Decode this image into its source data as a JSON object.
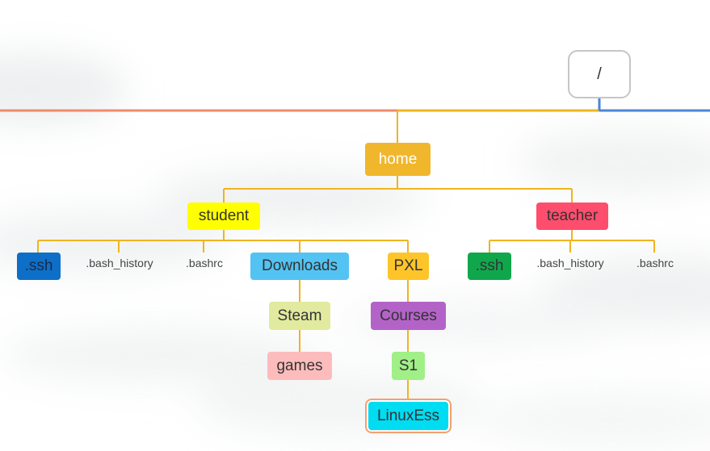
{
  "colors": {
    "line_orange": "#f0b41f",
    "line_left": "#f08a6b",
    "line_right": "#4a86d6",
    "selection_outline": "#f5a06d"
  },
  "root": {
    "label": "/"
  },
  "home": {
    "label": "home",
    "color": "#f0b72c",
    "text_color": "#ffffff"
  },
  "student": {
    "label": "student",
    "color": "#ffff00",
    "text_color": "#333333",
    "children": {
      "ssh": {
        "label": ".ssh",
        "color": "#0d6fc7",
        "text_color": "#1a2a44"
      },
      "bash_history": {
        "label": ".bash_history"
      },
      "bashrc": {
        "label": ".bashrc"
      },
      "downloads": {
        "label": "Downloads",
        "color": "#53c3f3",
        "text_color": "#333333"
      },
      "pxl": {
        "label": "PXL",
        "color": "#fdc529",
        "text_color": "#333333"
      }
    }
  },
  "teacher": {
    "label": "teacher",
    "color": "#ff4d6d",
    "text_color": "#333333",
    "children": {
      "ssh": {
        "label": ".ssh",
        "color": "#10a74c",
        "text_color": "#333333"
      },
      "bash_history": {
        "label": ".bash_history"
      },
      "bashrc": {
        "label": ".bashrc"
      }
    }
  },
  "steam": {
    "label": "Steam",
    "color": "#e1ea9e",
    "text_color": "#333333"
  },
  "games": {
    "label": "games",
    "color": "#fdbcbc",
    "text_color": "#333333"
  },
  "courses": {
    "label": "Courses",
    "color": "#b363c8",
    "text_color": "#333333"
  },
  "s1": {
    "label": "S1",
    "color": "#a1ef87",
    "text_color": "#333333"
  },
  "linuxess": {
    "label": "LinuxEss",
    "color": "#00dcf2",
    "text_color": "#333333"
  }
}
